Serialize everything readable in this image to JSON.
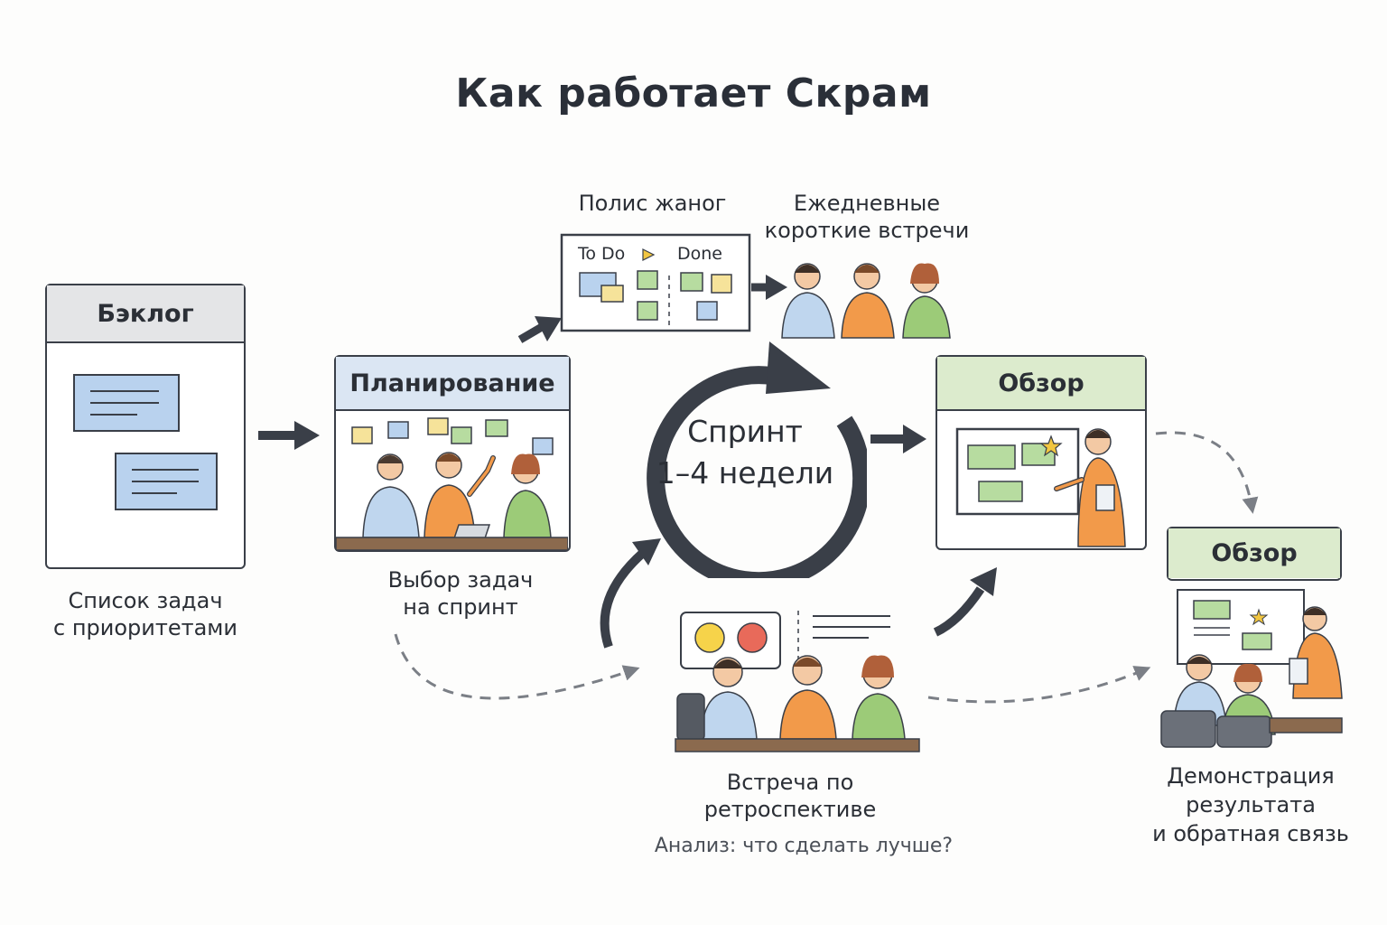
{
  "title": "Как работает Скрам",
  "backlog": {
    "header": "Бэклог",
    "caption_line1": "Список задач",
    "caption_line2": "с приоритетами"
  },
  "planning": {
    "header": "Планирование",
    "caption_line1": "Выбор задач",
    "caption_line2": "на спринт"
  },
  "taskboard": {
    "title": "Полис жаног",
    "todo": "To Do",
    "done": "Done"
  },
  "daily": {
    "title_line1": "Ежедневные",
    "title_line2": "короткие встречи"
  },
  "sprint": {
    "line1": "Спринт",
    "line2": "1–4 недели"
  },
  "review": {
    "header": "Обзор"
  },
  "review2": {
    "header": "Обзор",
    "caption_line1": "Демонстрация",
    "caption_line2": "результата",
    "caption_line3": "и обратная связь"
  },
  "retro": {
    "caption_line1": "Встреча по",
    "caption_line2": "ретроспективе",
    "subcaption": "Анализ: что сделать лучше?"
  },
  "colors": {
    "dark": "#3a3f48",
    "blue_note": "#a9c7ea",
    "green_note": "#b7dca0",
    "yellow_note": "#f6e39a",
    "shirt_blue": "#bfd6ee",
    "shirt_orange": "#f29a4a",
    "shirt_green": "#9ccb78"
  }
}
